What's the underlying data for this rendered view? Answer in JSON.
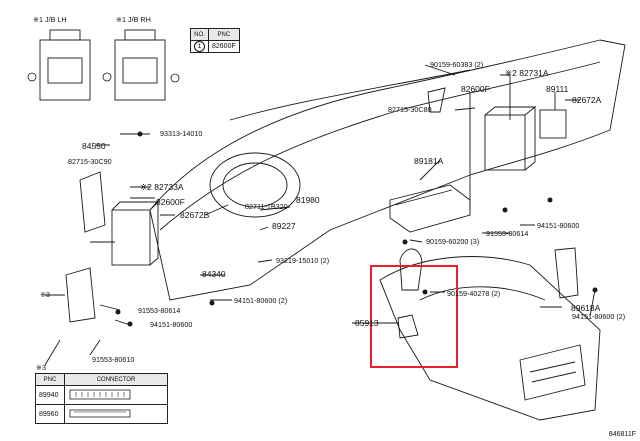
{
  "jb_left": {
    "mark": "※1",
    "title": "J/B LH"
  },
  "jb_right": {
    "mark": "※1",
    "title": "J/B RH"
  },
  "pnc_table": {
    "no_header": "NO.",
    "pnc_header": "PNC",
    "row_no": "1",
    "row_pnc": "82600F"
  },
  "connector_table": {
    "mark": "※3",
    "pnc_header": "PNC",
    "connector_header": "CONNECTOR",
    "rows": [
      "89940",
      "89960"
    ]
  },
  "labels": {
    "l_90159_60383": "90159-60383 (2)",
    "l_82731a": "※2 82731A",
    "l_82715_30c80": "82715-30C80",
    "l_82600f_r": "82600F",
    "l_89111": "89111",
    "l_82672a_r": "82672A",
    "l_84550": "84550",
    "l_93313": "93313-14010",
    "l_82715_30c90": "82715-30C90",
    "l_89181a": "89181A",
    "l_82733a": "※2 82733A",
    "l_82600f_l": "82600F",
    "l_82672b": "82672B",
    "l_82711": "82711-1B320",
    "l_81980": "81980",
    "l_89227": "89227",
    "l_90159_60200": "90159-60200 (3)",
    "l_91553_80614_r": "91553-80614",
    "l_94151_80600_r": "94151-80600",
    "l_93219": "93219-15010 (2)",
    "l_84340": "84340",
    "l_90159_40278": "90159-40278 (2)",
    "l_94151_80600_2": "94151-80600 (2)",
    "l_89618a": "89618A",
    "l_91553_80614_l": "91553-80614",
    "l_94151_80600_c": "94151-80600",
    "l_94151_80600_2r": "94151-80600 (2)",
    "l_85913": "85913",
    "l_91553_80610": "91553-80610",
    "l_mark3": "※3"
  },
  "ref_code": "846811F",
  "highlight_color": "#e8202a"
}
